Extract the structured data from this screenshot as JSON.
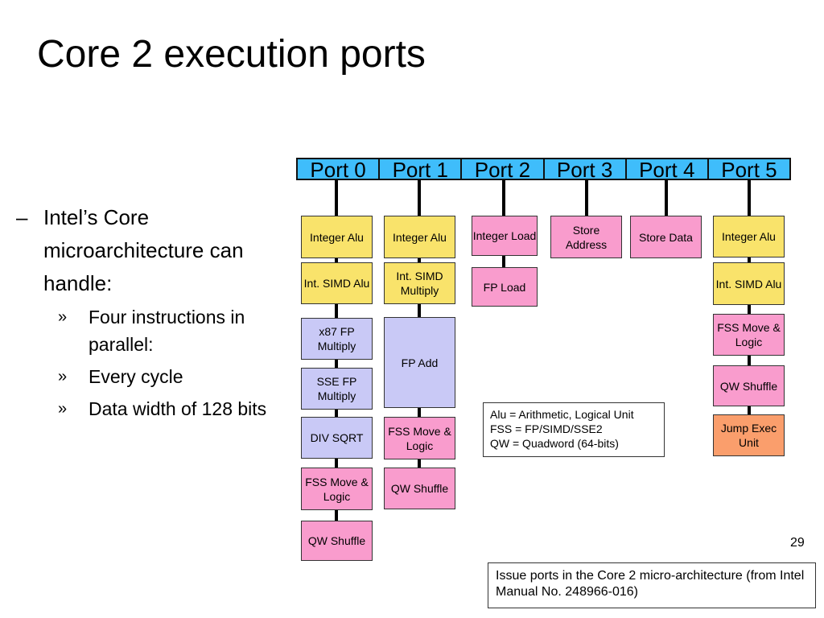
{
  "title": "Core 2 execution ports",
  "bullets": {
    "main_marker": "–",
    "main_text": "Intel’s Core microarchitecture can handle:",
    "sub_marker": "»",
    "sub_items": [
      "Four instructions in parallel:",
      "Every cycle",
      "Data width of 128 bits"
    ]
  },
  "ports": [
    "Port 0",
    "Port 1",
    "Port 2",
    "Port 3",
    "Port 4",
    "Port 5"
  ],
  "colors": {
    "port_header": "#3fbdfb",
    "integer_units": "#f9e36b",
    "fp_units": "#c9c9f6",
    "fss_units": "#f99ccd",
    "jump_unit": "#fa9e6c"
  },
  "units": {
    "p0": [
      "Integer Alu",
      "Int. SIMD Alu",
      "x87 FP Multiply",
      "SSE FP Multiply",
      "DIV SQRT",
      "FSS Move & Logic",
      "QW Shuffle"
    ],
    "p1": [
      "Integer Alu",
      "Int. SIMD Multiply",
      "FP Add",
      "FSS Move & Logic",
      "QW Shuffle"
    ],
    "p2": [
      "Integer Load",
      "FP Load"
    ],
    "p3": [
      "Store Address"
    ],
    "p4": [
      "Store Data"
    ],
    "p5": [
      "Integer Alu",
      "Int. SIMD Alu",
      "FSS Move & Logic",
      "QW Shuffle",
      "Jump Exec Unit"
    ]
  },
  "legend": [
    "Alu = Arithmetic, Logical Unit",
    "FSS = FP/SIMD/SSE2",
    "QW = Quadword (64-bits)"
  ],
  "page_number": "29",
  "caption": "Issue ports in the Core 2 micro-architecture (from Intel Manual No. 248966-016)"
}
